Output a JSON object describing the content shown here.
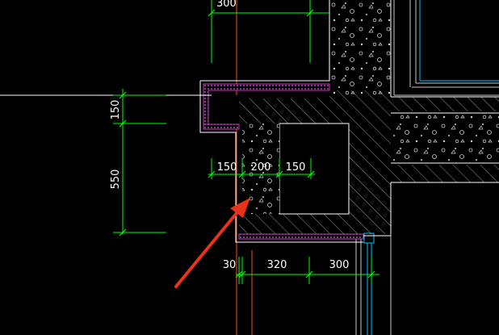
{
  "drawing": {
    "top_dimension_partial": "300",
    "dimensions": {
      "left_150": "150",
      "left_550": "550",
      "mid_150_a": "150",
      "mid_200": "200",
      "mid_150_b": "150",
      "bottom_30": "30",
      "bottom_320": "320",
      "bottom_300": "300"
    },
    "colors": {
      "background": "#000000",
      "dimension_lines": "#00ff00",
      "walls": "#ffffff",
      "axis_lines": "#ff4a1a",
      "waterproofing": "#c040c0",
      "accent_lines": "#00bfff",
      "annotation_arrow": "#e8331a"
    }
  }
}
